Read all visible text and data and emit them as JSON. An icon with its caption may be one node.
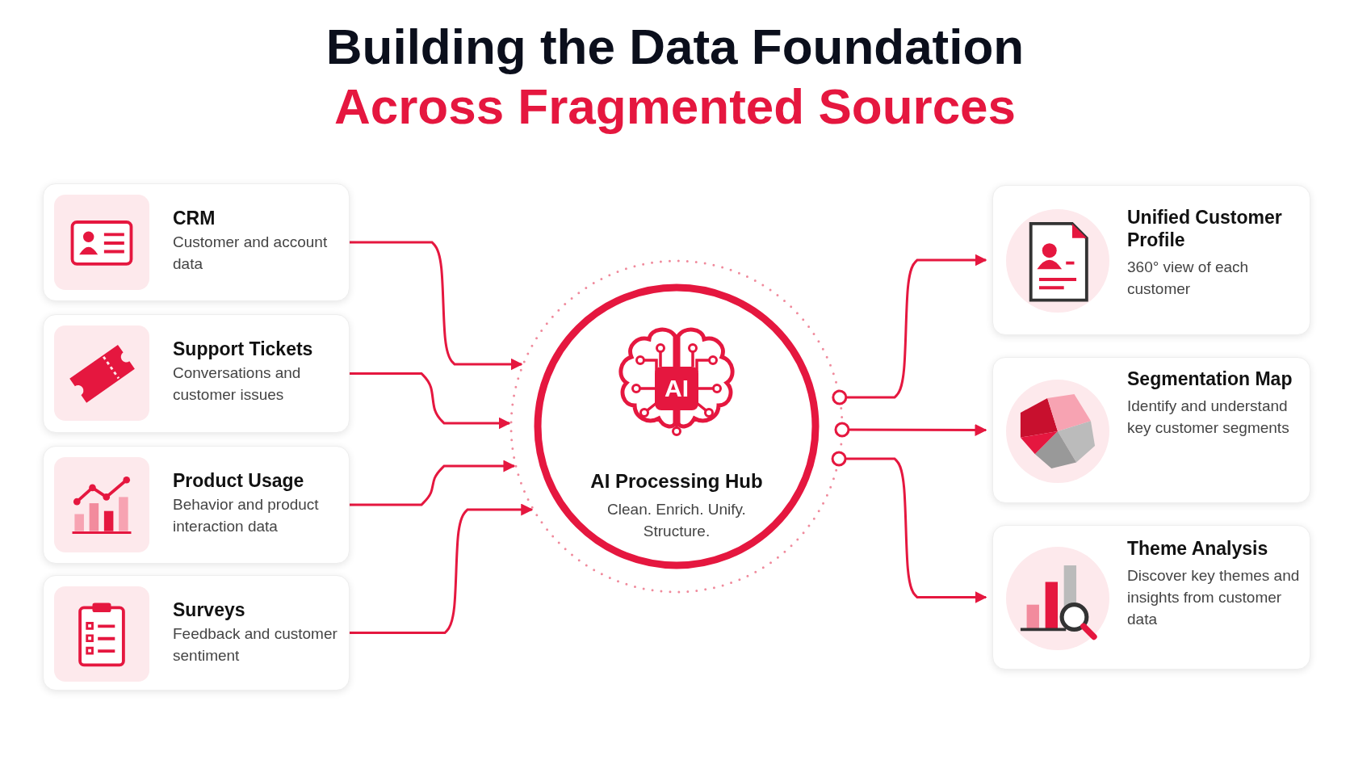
{
  "diagram": {
    "title": "Building the Data Foundation",
    "nodes": [
      {
        "text": [
          "CRM",
          "Customer and account data"
        ]
      },
      {
        "text": [
          "Support Tickets",
          "Conversations and customer issues"
        ]
      },
      {
        "text": [
          "Product Usage",
          "Behavior and product interaction data"
        ]
      },
      {
        "text": [
          "Surveys",
          "Feedback and customer sentiment"
        ]
      },
      {
        "text": [
          "AI Processing Hub",
          "Clean. Enrich. Unify. Structure."
        ]
      },
      {
        "text": [
          "Unified Customer Profile",
          "360° view of each customer"
        ]
      },
      {
        "text": [
          "Segmentation Map",
          "Identify and understand key customer segments"
        ]
      },
      {
        "text": [
          "Theme Analysis",
          "Discover key themes and insights from customer data"
        ]
      }
    ],
    "edges": [
      {
        "from": 0,
        "to": 4,
        "arrow": "to"
      },
      {
        "from": 1,
        "to": 4,
        "arrow": "to"
      },
      {
        "from": 2,
        "to": 4,
        "arrow": "to"
      },
      {
        "from": 3,
        "to": 4,
        "arrow": "to"
      },
      {
        "from": 4,
        "to": 5,
        "arrow": "to"
      },
      {
        "from": 4,
        "to": 6,
        "arrow": "to"
      },
      {
        "from": 4,
        "to": 7,
        "arrow": "to"
      }
    ],
    "labels": [
      "Across Fragmented Sources",
      "AI"
    ]
  }
}
